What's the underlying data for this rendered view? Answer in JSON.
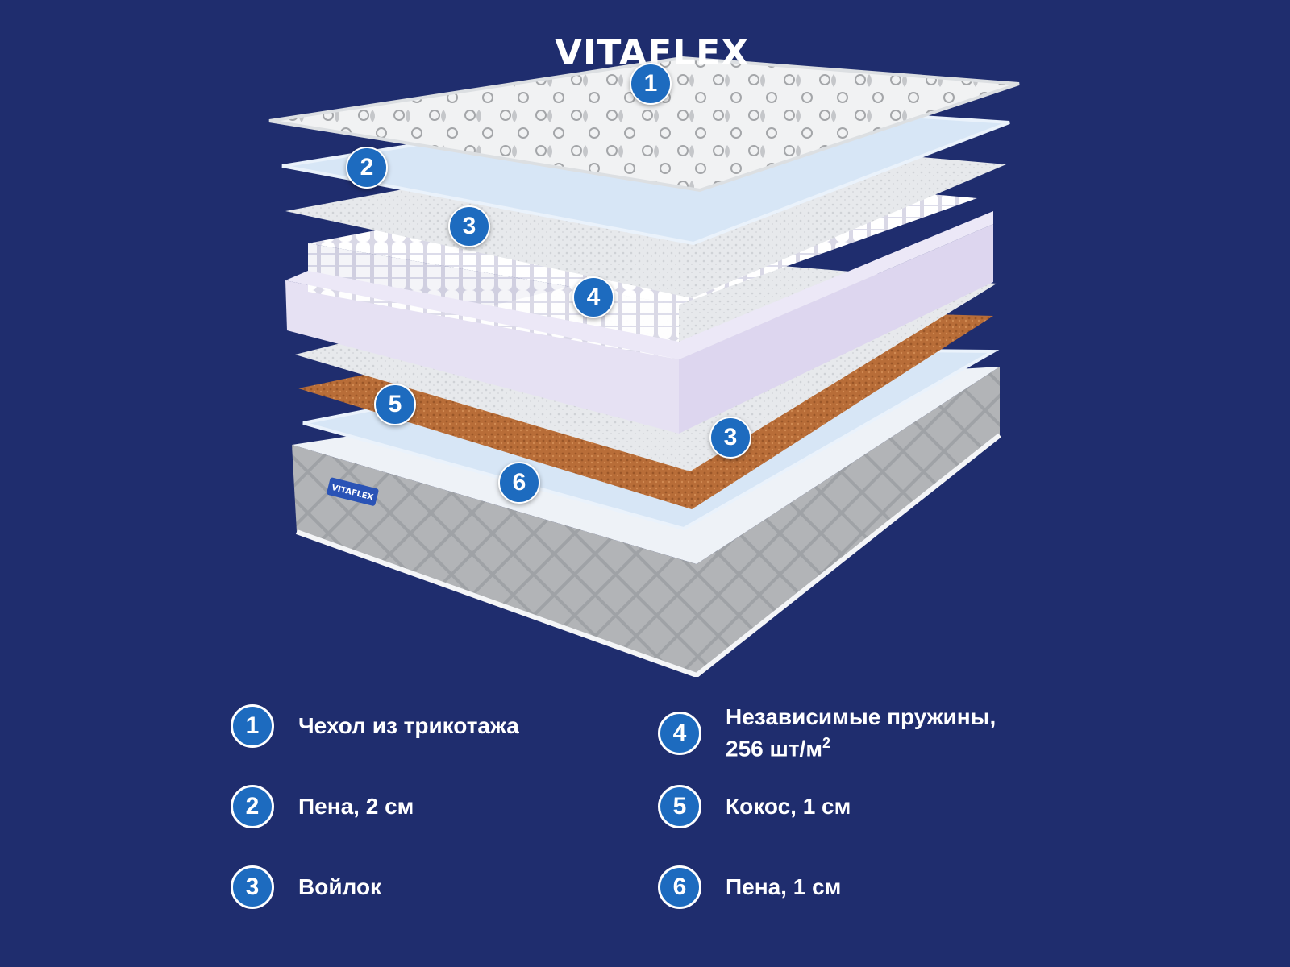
{
  "brand": "VITAFLEX",
  "label_brand": "VITAFLEX",
  "colors": {
    "background": "#1f2d6e",
    "badge": "#1d6bbf",
    "coconut": "#b86d38",
    "foam": "#d7e6f6",
    "felt": "#e5e7ea",
    "cover": "#eef0f2",
    "spring_frame": "#e6e1f3",
    "quilt": "#a9abad"
  },
  "layer_markers": [
    {
      "number": "1"
    },
    {
      "number": "2"
    },
    {
      "number": "3"
    },
    {
      "number": "4"
    },
    {
      "number": "5"
    },
    {
      "number": "3"
    },
    {
      "number": "6"
    }
  ],
  "legend": [
    {
      "number": "1",
      "text": "Чехол из трикотажа"
    },
    {
      "number": "2",
      "text": "Пена, 2 см"
    },
    {
      "number": "3",
      "text": "Войлок"
    },
    {
      "number": "4",
      "text": "Независимые пружины,",
      "text_line2": "256 шт/м",
      "superscript": "2"
    },
    {
      "number": "5",
      "text": "Кокос, 1 см"
    },
    {
      "number": "6",
      "text": "Пена, 1 см"
    }
  ]
}
